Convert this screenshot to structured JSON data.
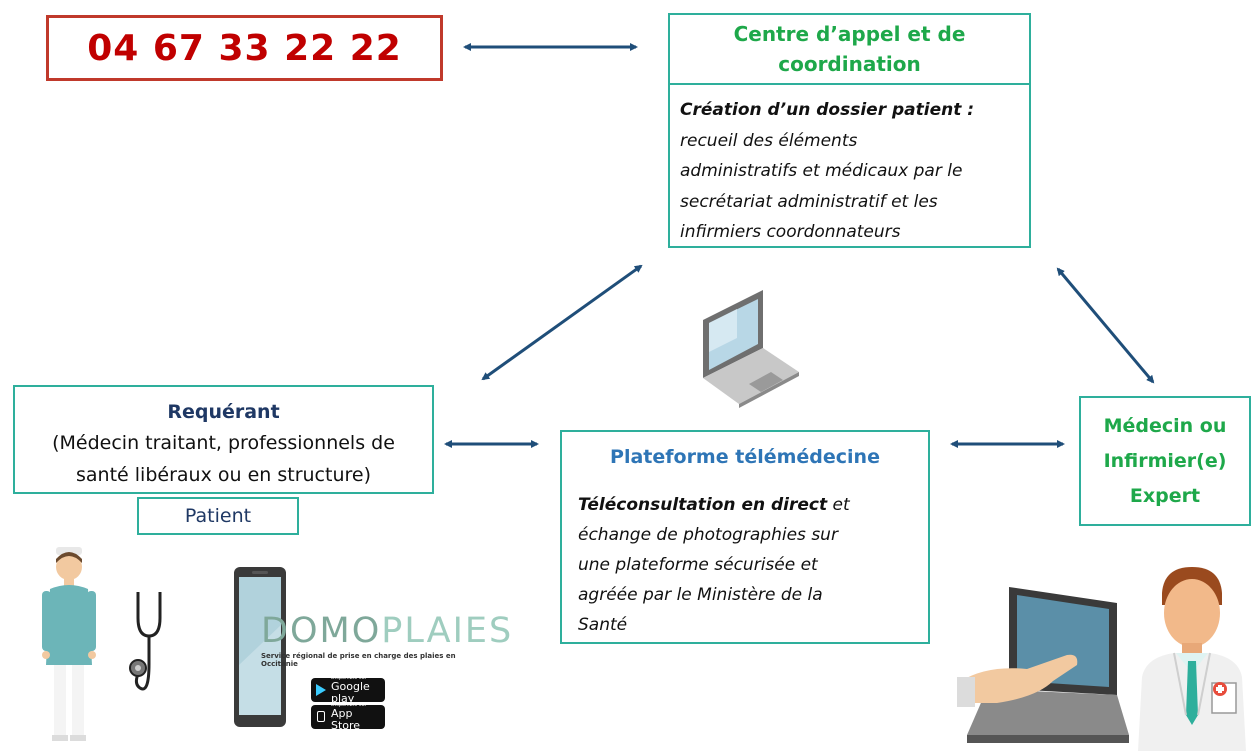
{
  "phone": {
    "number": "04 67 33 22 22"
  },
  "centre": {
    "title_line1": "Centre d’appel et de",
    "title_line2": "coordination",
    "bold": "Création d’un dossier patient :",
    "lines": [
      "recueil des éléments",
      "administratifs et médicaux par le",
      "secrétariat administratif et les",
      "infirmiers coordonnateurs"
    ]
  },
  "requerant": {
    "title": "Requérant",
    "line1": "(Médecin traitant, professionnels de",
    "line2": "santé libéraux ou en structure)"
  },
  "patient": {
    "label": "Patient"
  },
  "plateforme": {
    "title": "Plateforme télémédecine",
    "bold": "Téléconsultation en direct",
    "rest_first": " et",
    "lines": [
      "échange de photographies sur",
      "une plateforme sécurisée et",
      "agréée par le Ministère de la",
      "Santé"
    ]
  },
  "expert": {
    "line1": "Médecin ou",
    "line2": "Infirmier(e)",
    "line3": "Expert"
  },
  "domoplaies": {
    "logo_a": "DOMO",
    "logo_b": "PLAIES",
    "tagline": "Service régional de prise en charge des plaies en Occitanie"
  },
  "stores": {
    "google_small": "Disponible sur",
    "google_large": "Google play",
    "apple_small": "Disponible sur",
    "apple_large": "App Store"
  },
  "colors": {
    "teal": "#2eaf9c",
    "red": "#c00000",
    "green": "#1ea84a",
    "arrow": "#1f4e79"
  },
  "icons": [
    "nurse-icon",
    "stethoscope-icon",
    "smartphone-icon",
    "laptop-icon",
    "telehealth-laptop-hand-icon",
    "doctor-icon"
  ]
}
